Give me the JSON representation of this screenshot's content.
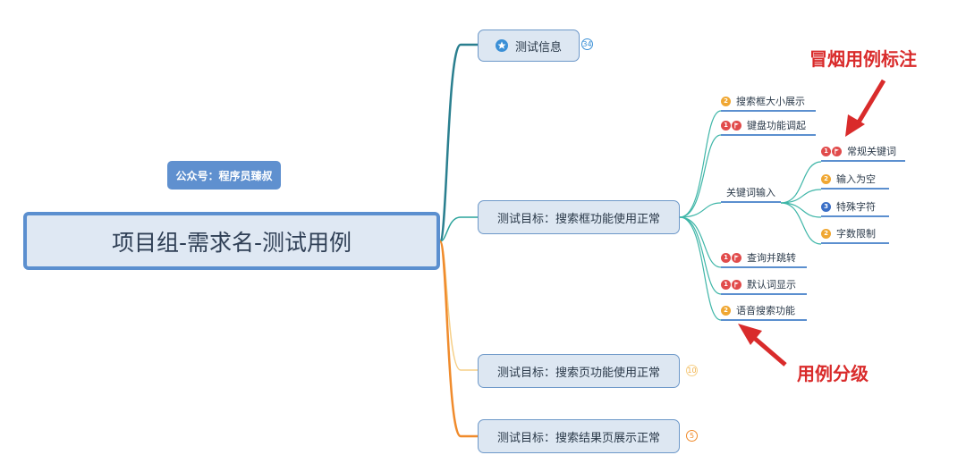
{
  "root": {
    "label": "项目组-需求名-测试用例"
  },
  "tag": {
    "label": "公众号：程序员臻叔"
  },
  "branches": {
    "info": {
      "label": "测试信息",
      "count": "34"
    },
    "goal1": {
      "label": "测试目标：搜索框功能使用正常"
    },
    "goal2": {
      "label": "测试目标：搜索页功能使用正常",
      "count": "10"
    },
    "goal3": {
      "label": "测试目标：搜索结果页展示正常",
      "count": "5"
    }
  },
  "leaves": {
    "l1": {
      "label": "搜索框大小展示",
      "priority": "2"
    },
    "l2": {
      "label": "键盘功能调起",
      "priority": "1"
    },
    "kw": {
      "label": "关键词输入"
    },
    "kw1": {
      "label": "常规关键词",
      "priority": "1"
    },
    "kw2": {
      "label": "输入为空",
      "priority": "2"
    },
    "kw3": {
      "label": "特殊字符",
      "priority": "3"
    },
    "kw4": {
      "label": "字数限制",
      "priority": "2"
    },
    "l3": {
      "label": "查询并跳转",
      "priority": "1"
    },
    "l4": {
      "label": "默认词显示",
      "priority": "1"
    },
    "l5": {
      "label": "语音搜索功能",
      "priority": "2"
    }
  },
  "annotations": {
    "smoke": "冒烟用例标注",
    "level": "用例分级"
  },
  "icons": {
    "info": "star-icon",
    "flag": "flag-icon",
    "priority": "priority-number-icon"
  },
  "colors": {
    "teal": "#2a7f8f",
    "orange": "#f08b2c",
    "leafTeal": "#3fb6a8",
    "accent": "#5b8fcf",
    "red": "#d92b2b"
  }
}
